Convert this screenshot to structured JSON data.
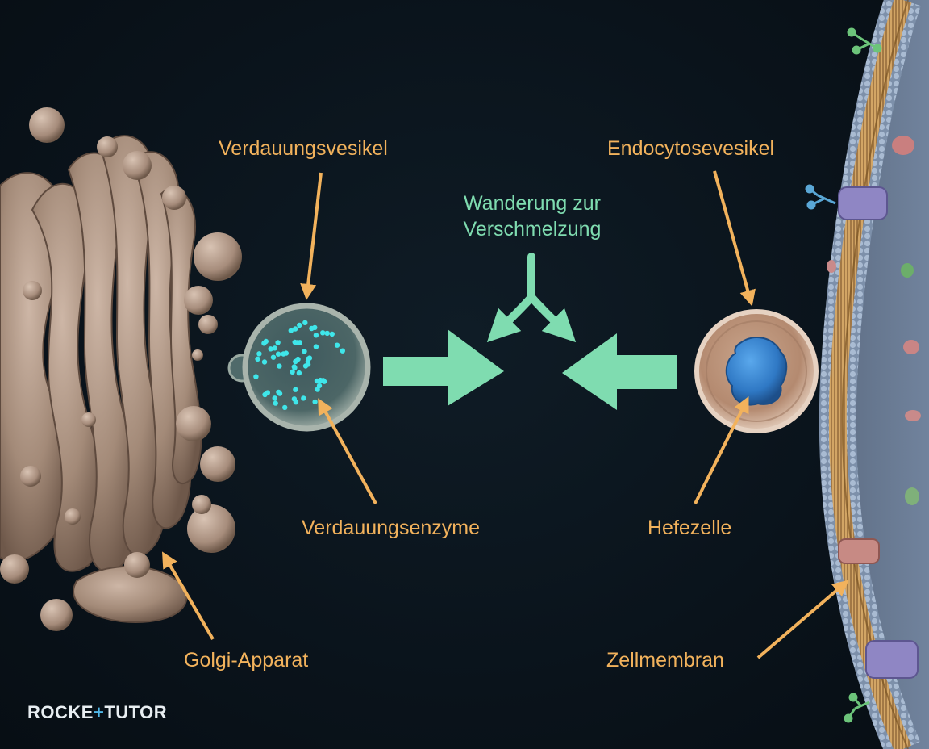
{
  "labels": {
    "digestive_vesicle": "Verdauungsvesikel",
    "endocytosis_vesicle": "Endocytosevesikel",
    "migration_line1": "Wanderung zur",
    "migration_line2": "Verschmelzung",
    "digestive_enzymes": "Verdauungsenzyme",
    "yeast_cell": "Hefezelle",
    "golgi": "Golgi-Apparat",
    "cell_membrane": "Zellmembran"
  },
  "logo": {
    "part1": "ROCKE",
    "plus": "+",
    "part2": "TUTOR"
  },
  "colors": {
    "background": "#0b141c",
    "label": "#f2b25c",
    "migration": "#7fdcb0",
    "enzyme": "#3fe6ea",
    "yeast": "#3f8fd8",
    "golgi": "#a88f7f",
    "membrane_heads": "#8fa6c4",
    "membrane_tails": "#c49a5a"
  }
}
